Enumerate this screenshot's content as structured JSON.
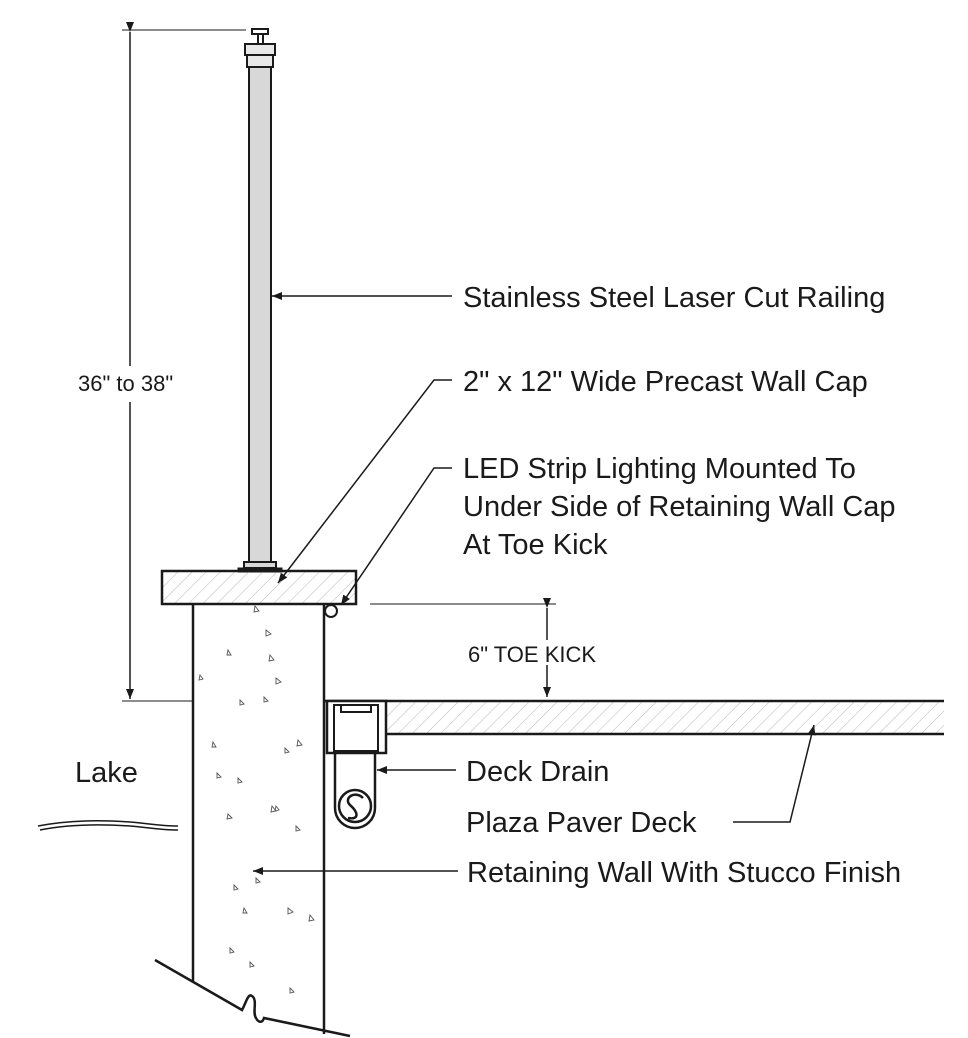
{
  "labels": {
    "railing": "Stainless Steel Laser Cut Railing",
    "wall_cap": "2\" x 12\" Wide Precast Wall Cap",
    "led_line1": "LED Strip Lighting Mounted To",
    "led_line2": "Under Side of Retaining Wall Cap",
    "led_line3": "At Toe Kick",
    "deck_drain": "Deck Drain",
    "paver_deck": "Plaza Paver Deck",
    "retaining_wall": "Retaining Wall With Stucco Finish",
    "lake": "Lake"
  },
  "dimensions": {
    "railing_height": "36\" to 38\"",
    "toe_kick": "6\" TOE KICK"
  }
}
